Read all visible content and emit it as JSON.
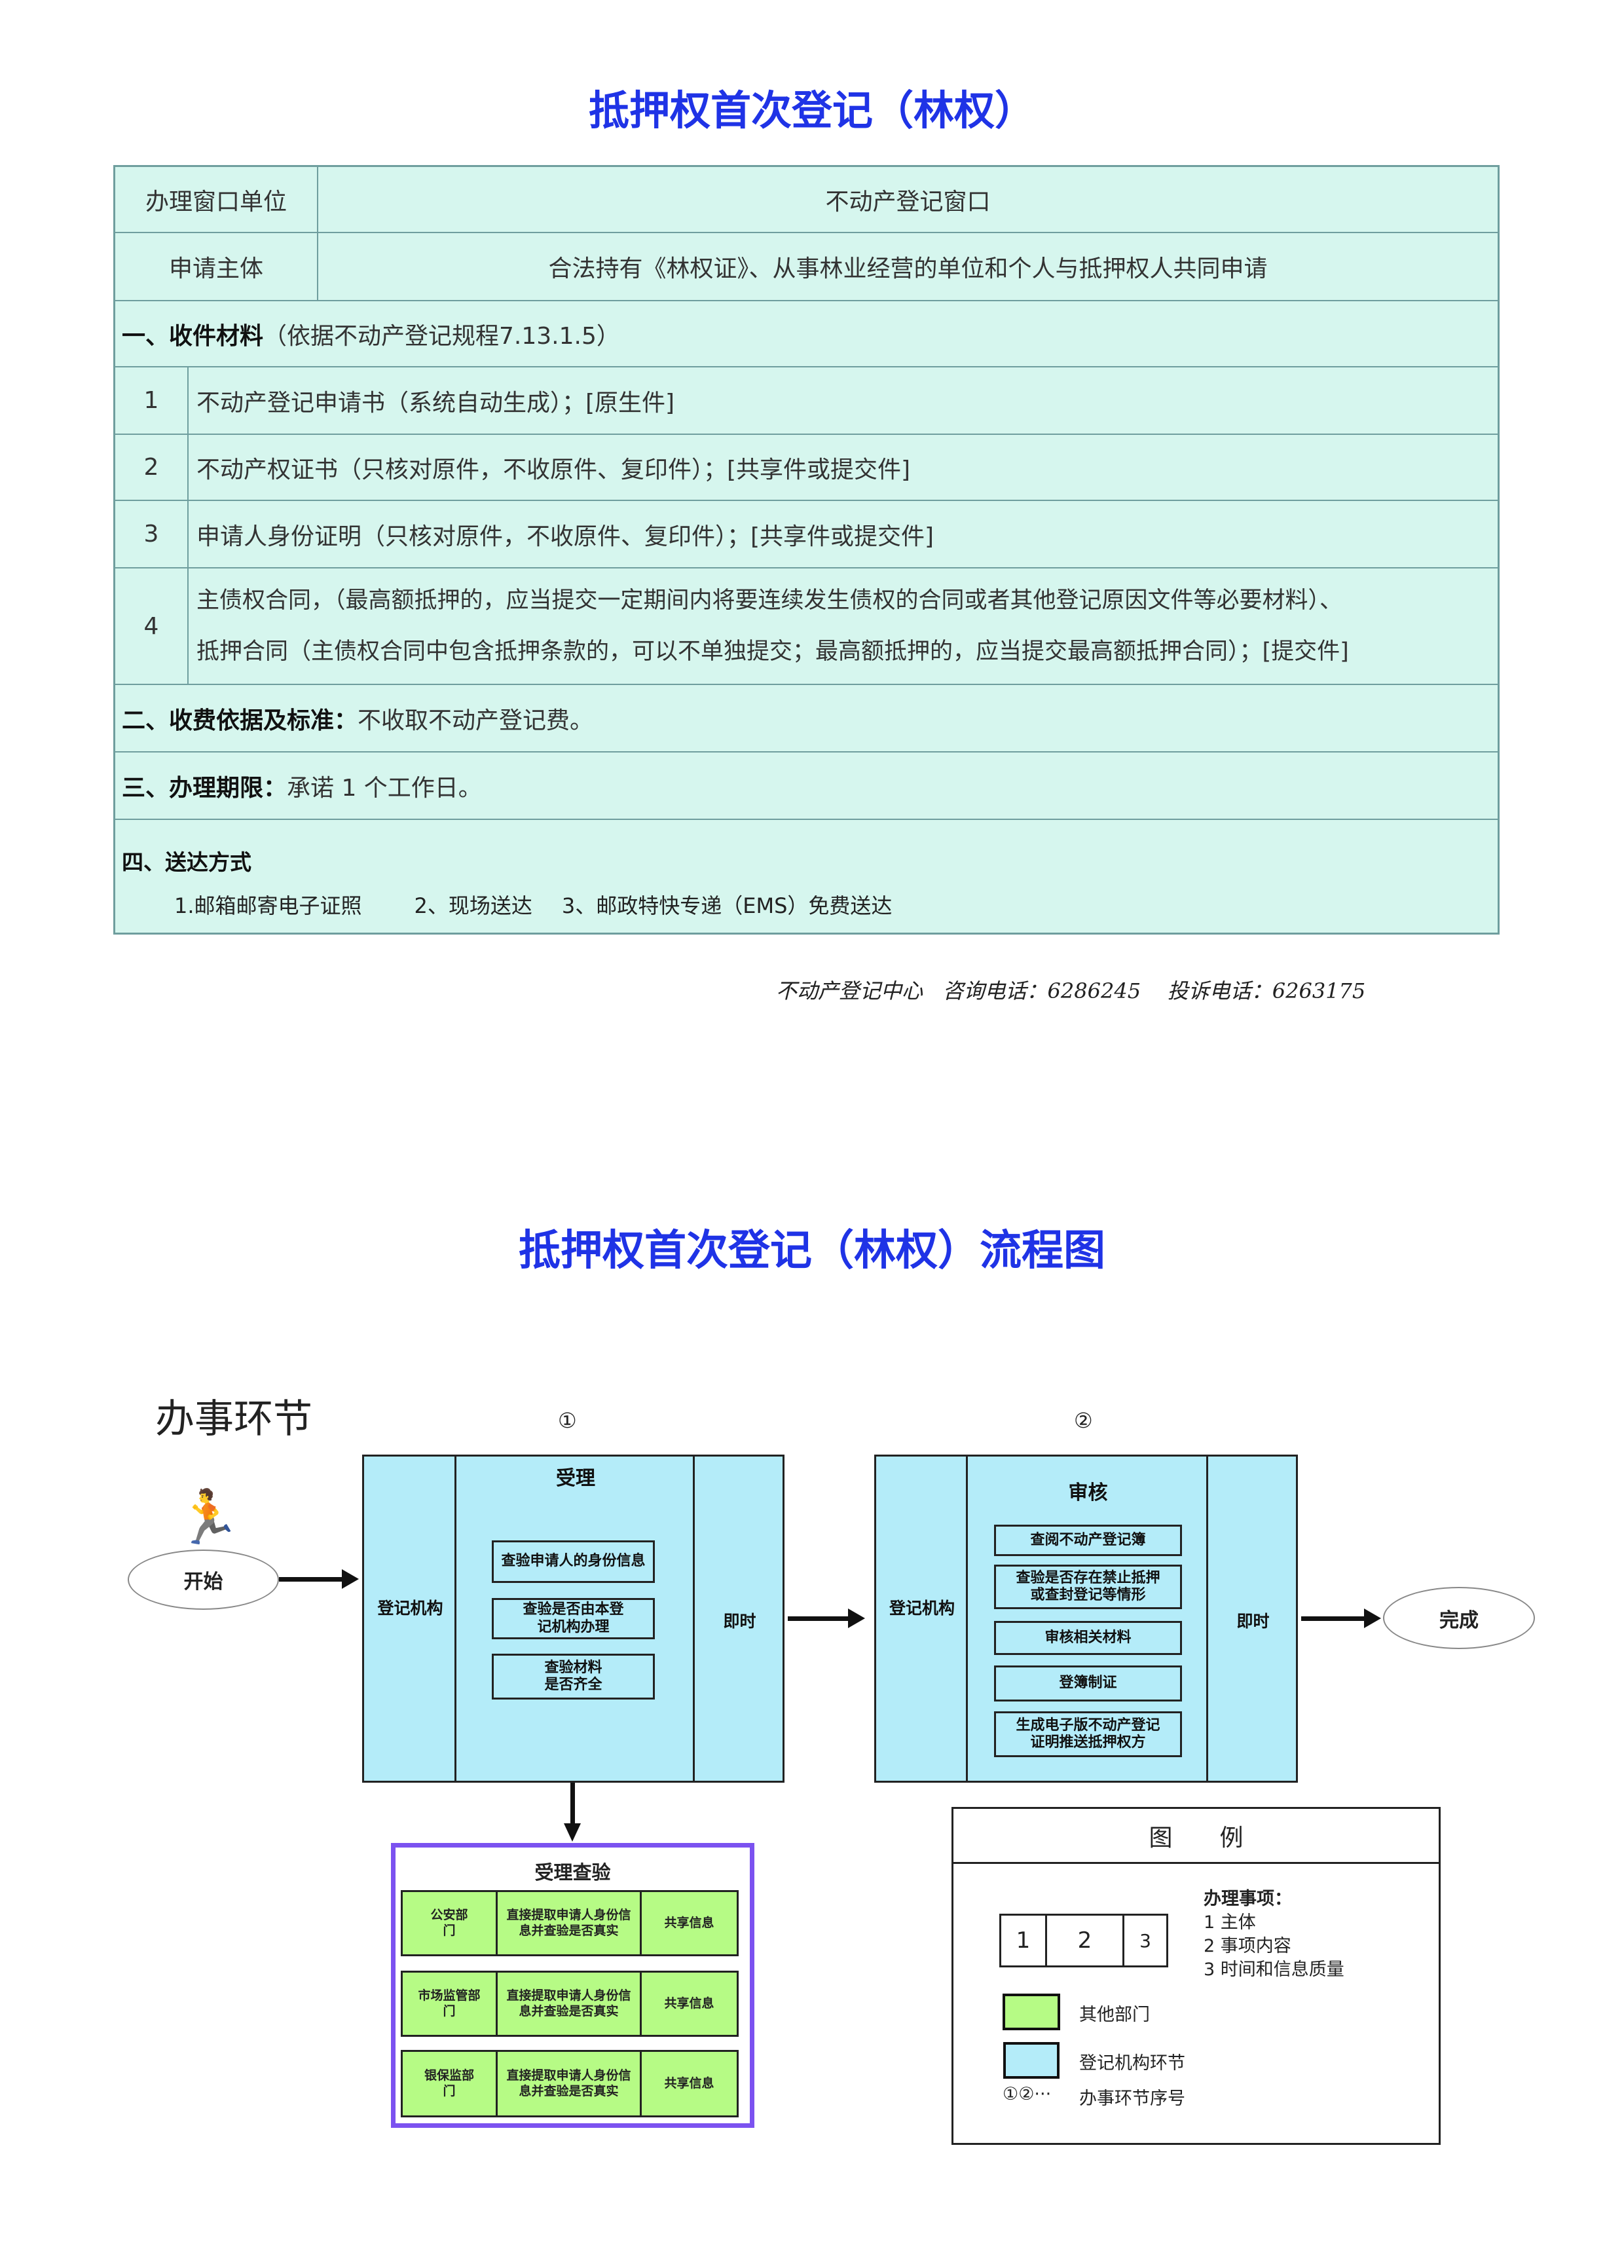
{
  "doc_title": "抵押权首次登记（林权）",
  "table": {
    "window_label": "办理窗口单位",
    "window_value": "不动产登记窗口",
    "applicant_label": "申请主体",
    "applicant_value": "合法持有《林权证》、从事林业经营的单位和个人与抵押权人共同申请",
    "section1_title": "一、收件材料",
    "section1_note": "（依据不动产登记规程7.13.1.5）",
    "materials": [
      {
        "no": "1",
        "text": "不动产登记申请书（系统自动生成）；[原生件]"
      },
      {
        "no": "2",
        "text": "不动产权证书（只核对原件，不收原件、复印件）；[共享件或提交件]"
      },
      {
        "no": "3",
        "text": "申请人身份证明（只核对原件，不收原件、复印件）；[共享件或提交件]"
      },
      {
        "no": "4",
        "line1": "主债权合同，（最高额抵押的，应当提交一定期间内将要连续发生债权的合同或者其他登记原因文件等必要材料）、",
        "line2": "抵押合同（主债权合同中包含抵押条款的，可以不单独提交；最高额抵押的，应当提交最高额抵押合同）；[提交件]"
      }
    ],
    "section2_title": "二、收费依据及标准：",
    "section2_value": "不收取不动产登记费。",
    "section3_title": "三、办理期限：",
    "section3_value": "承诺 1 个工作日。",
    "section4_title": "四、送达方式",
    "delivery": [
      "1.邮箱邮寄电子证照",
      "2、现场送达",
      "3、邮政特快专递（EMS）免费送达"
    ]
  },
  "footer": {
    "center": "不动产登记中心",
    "consult": "咨询电话：6286245",
    "complaint": "投诉电话：6263175"
  },
  "flow_title": "抵押权首次登记（林权）流程图",
  "flow": {
    "section_label": "办事环节",
    "start": "开始",
    "end": "完成",
    "step1": {
      "no": "①",
      "actor": "登记机构",
      "title": "受理",
      "time": "即时",
      "items": [
        "查验申请人的身份信息",
        "查验是否由本登记机构办理",
        "查验材料是否齐全"
      ]
    },
    "step2": {
      "no": "②",
      "actor": "登记机构",
      "title": "审核",
      "time": "即时",
      "items": [
        "查阅不动产登记簿",
        "查验是否存在禁止抵押或查封登记等情形",
        "审核相关材料",
        "登簿制证",
        "生成电子版不动产登记证明推送抵押权方"
      ]
    },
    "verify": {
      "title": "受理查验",
      "rows": [
        {
          "dept": "公安部门",
          "content": "直接提取申请人身份信息并查验是否真实",
          "result": "共享信息"
        },
        {
          "dept": "市场监管部门",
          "content": "直接提取申请人身份信息并查验是否真实",
          "result": "共享信息"
        },
        {
          "dept": "银保监部门",
          "content": "直接提取申请人身份信息并查验是否真实",
          "result": "共享信息"
        }
      ]
    },
    "legend": {
      "title": "图　　例",
      "cells": [
        "1",
        "2",
        "3"
      ],
      "items_title": "办理事项：",
      "items": [
        "1 主体",
        "2 事项内容",
        "3 时间和信息质量"
      ],
      "green": "其他部门",
      "blue": "登记机构环节",
      "seq_symbol": "①②···",
      "seq": "办事环节序号"
    }
  },
  "colors": {
    "title": "#1f33e6",
    "table_bg": "#d6f6ee",
    "flow_blue": "#b4ecf9",
    "flow_green": "#b6fb85",
    "verify_border": "#7b52f0"
  }
}
